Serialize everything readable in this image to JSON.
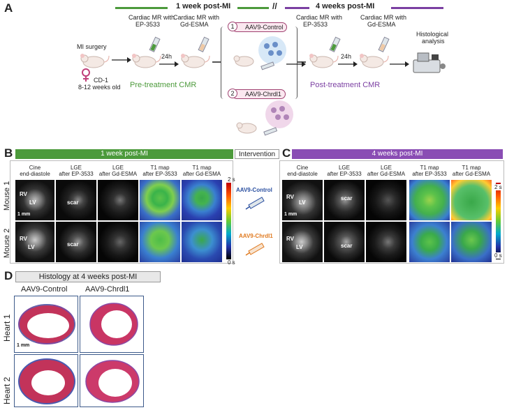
{
  "panels": {
    "a": "A",
    "b": "B",
    "c": "C",
    "d": "D"
  },
  "timeline": {
    "week1": "1 week post-MI",
    "sep": "//",
    "week4": "4 weeks post-MI"
  },
  "steps": {
    "mi_surgery": "MI surgery",
    "mouse_info_line1": "CD-1",
    "mouse_info_line2": "8-12 weeks old",
    "cmr_ep_line1": "Cardiac MR with",
    "cmr_ep_line2": "EP-3533",
    "cmr_gd_line1": "Cardiac MR with",
    "cmr_gd_line2": "Gd-ESMA",
    "interval": "24h",
    "pre_treatment": "Pre-treatment CMR",
    "post_treatment": "Post-treatment CMR",
    "histo_line1": "Histological",
    "histo_line2": "analysis"
  },
  "branches": {
    "b1_num": "1",
    "b1_label": "AAV9-Control",
    "b2_num": "2",
    "b2_label": "AAV9-Chrdl1"
  },
  "panel_b": {
    "header": "1 week post-MI",
    "intervention": "Intervention",
    "cols": [
      {
        "l1": "Cine",
        "l2": "end-diastole"
      },
      {
        "l1": "LGE",
        "l2": "after EP-3533"
      },
      {
        "l1": "LGE",
        "l2": "after Gd-ESMA"
      },
      {
        "l1": "T1 map",
        "l2": "after EP-3533"
      },
      {
        "l1": "T1 map",
        "l2": "after Gd-ESMA"
      }
    ],
    "rows": [
      "Mouse 1",
      "Mouse 2"
    ],
    "rv": "RV",
    "lv": "LV",
    "scar": "scar",
    "scale": "1 mm",
    "aav_control": "AAV9-Control",
    "aav_chrdl1": "AAV9-Chrdl1"
  },
  "panel_c": {
    "header": "4 weeks post-MI",
    "cols": [
      {
        "l1": "Cine",
        "l2": "end-diastole"
      },
      {
        "l1": "LGE",
        "l2": "after EP-3533"
      },
      {
        "l1": "LGE",
        "l2": "after Gd-ESMA"
      },
      {
        "l1": "T1 map",
        "l2": "after EP-3533"
      },
      {
        "l1": "T1 map",
        "l2": "after Gd-ESMA"
      }
    ],
    "rv": "RV",
    "lv": "LV",
    "scar": "scar",
    "scale": "1 mm"
  },
  "colorbar": {
    "top": "2 s",
    "bottom": "0 s"
  },
  "panel_d": {
    "title": "Histology at 4 weeks post-MI",
    "col1": "AAV9-Control",
    "col2": "AAV9-Chrdl1",
    "row1": "Heart 1",
    "row2": "Heart 2",
    "scale": "1 mm"
  },
  "colors": {
    "green": "#4c9a3b",
    "purple": "#7b3fa2",
    "histo_border": "#3c5a8a"
  }
}
